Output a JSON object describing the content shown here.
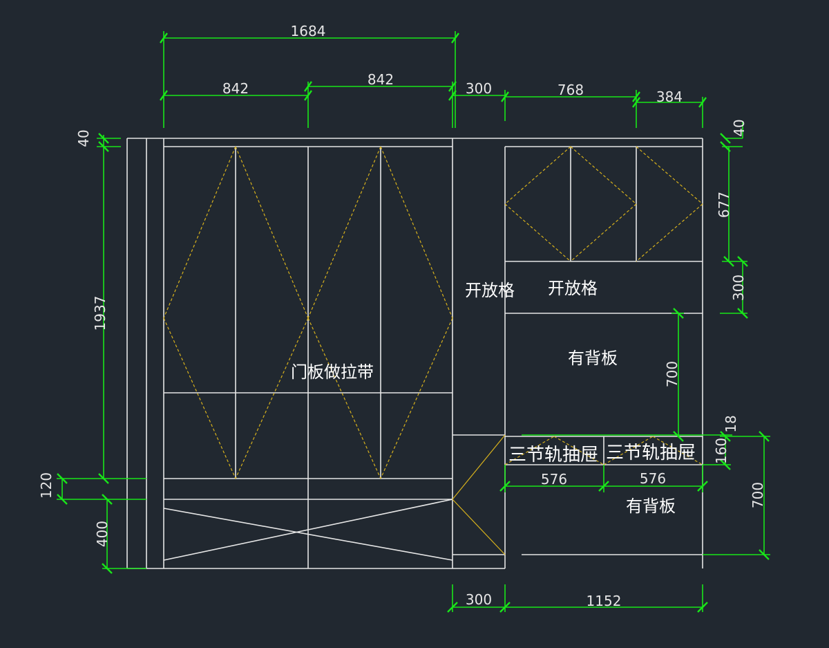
{
  "labels": {
    "door_panel": "门板做拉带",
    "open_shelf_1": "开放格",
    "open_shelf_2": "开放格",
    "back_panel_1": "有背板",
    "back_panel_2": "有背板",
    "drawer_1": "三节轨抽屉",
    "drawer_2": "三节轨抽屉"
  },
  "dimensions": {
    "top_total": "1684",
    "top_left": "842",
    "top_mid": "842",
    "top_300": "300",
    "top_768": "768",
    "top_384": "384",
    "left_40": "40",
    "left_1937": "1937",
    "left_120": "120",
    "left_400": "400",
    "right_40": "40",
    "right_677": "677",
    "right_300": "300",
    "inner_700": "700",
    "right_18": "18",
    "right_160": "160",
    "right_700": "700",
    "drawer_576_a": "576",
    "drawer_576_b": "576",
    "bottom_300": "300",
    "bottom_1152": "1152"
  },
  "colors": {
    "background": "#212830",
    "dimension": "#19e619",
    "outline": "#e6e6e6",
    "hatch": "#d8b21c"
  }
}
